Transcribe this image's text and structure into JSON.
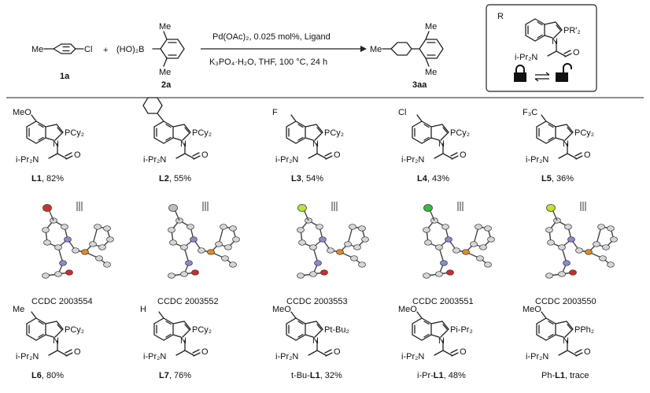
{
  "reaction": {
    "reactant1": {
      "label": "1a",
      "substituent_left": "Me",
      "substituent_right": "Cl"
    },
    "reactant2": {
      "label": "2a",
      "boronic": "(HO)₂B",
      "me_top": "Me",
      "me_bottom": "Me"
    },
    "plus": "+",
    "conditions_line1": "Pd(OAc)₂, 0.025 mol%, Ligand",
    "conditions_line2": "K₃PO₄·H₂O, THF, 100 °C, 24 h",
    "product": {
      "label": "3aa",
      "substituent_left": "Me",
      "me_top": "Me",
      "me_bottom": "Me"
    }
  },
  "general_ligand": {
    "r": "R",
    "pr2": "PR'₂",
    "amine": "i-Pr₂N",
    "n": "N",
    "o": "O"
  },
  "ligands_row1": [
    {
      "sub": "MeO",
      "p": "PCy₂",
      "amine": "i-Pr₂N",
      "caption_id": "L1",
      "caption_rest": ", 82%"
    },
    {
      "sub": "",
      "p": "PCy₂",
      "amine": "i-Pr₂N",
      "caption_id": "L2",
      "caption_rest": ", 55%"
    },
    {
      "sub": "F",
      "p": "PCy₂",
      "amine": "i-Pr₂N",
      "caption_id": "L3",
      "caption_rest": ", 54%"
    },
    {
      "sub": "Cl",
      "p": "PCy₂",
      "amine": "i-Pr₂N",
      "caption_id": "L4",
      "caption_rest": ", 43%"
    },
    {
      "sub": "F₃C",
      "p": "PCy₂",
      "amine": "i-Pr₂N",
      "caption_id": "L5",
      "caption_rest": ", 36%"
    }
  ],
  "crystals": [
    {
      "ccdc": "CCDC 2003554",
      "sub_color": "#c9332b"
    },
    {
      "ccdc": "CCDC 2003552",
      "sub_color": "#bdbdbd"
    },
    {
      "ccdc": "CCDC 2003553",
      "sub_color": "#b7e33a"
    },
    {
      "ccdc": "CCDC 2003551",
      "sub_color": "#2fbf3b"
    },
    {
      "ccdc": "CCDC 2003550",
      "sub_color": "#c6e02a"
    }
  ],
  "ligands_row2": [
    {
      "sub": "Me",
      "p": "PCy₂",
      "amine": "i-Pr₂N",
      "caption_prefix": "",
      "caption_id": "L6",
      "caption_rest": ", 80%"
    },
    {
      "sub": "H",
      "p": "PCy₂",
      "amine": "i-Pr₂N",
      "caption_prefix": "",
      "caption_id": "L7",
      "caption_rest": ", 76%"
    },
    {
      "sub": "MeO",
      "p": "Pt-Bu₂",
      "amine": "i-Pr₂N",
      "caption_prefix": "t-Bu-",
      "caption_id": "L1",
      "caption_rest": ", 32%"
    },
    {
      "sub": "MeO",
      "p": "Pi-Pr₂",
      "amine": "i-Pr₂N",
      "caption_prefix": "i-Pr-",
      "caption_id": "L1",
      "caption_rest": ", 48%"
    },
    {
      "sub": "MeO",
      "p": "PPh₂",
      "amine": "i-Pr₂N",
      "caption_prefix": "Ph-",
      "caption_id": "L1",
      "caption_rest": ", trace"
    }
  ],
  "colors": {
    "nitrogen": "#8a8ad6",
    "oxygen": "#d42a2a",
    "phosphorus": "#e58a1f",
    "carbon": "#d6d6d6"
  }
}
